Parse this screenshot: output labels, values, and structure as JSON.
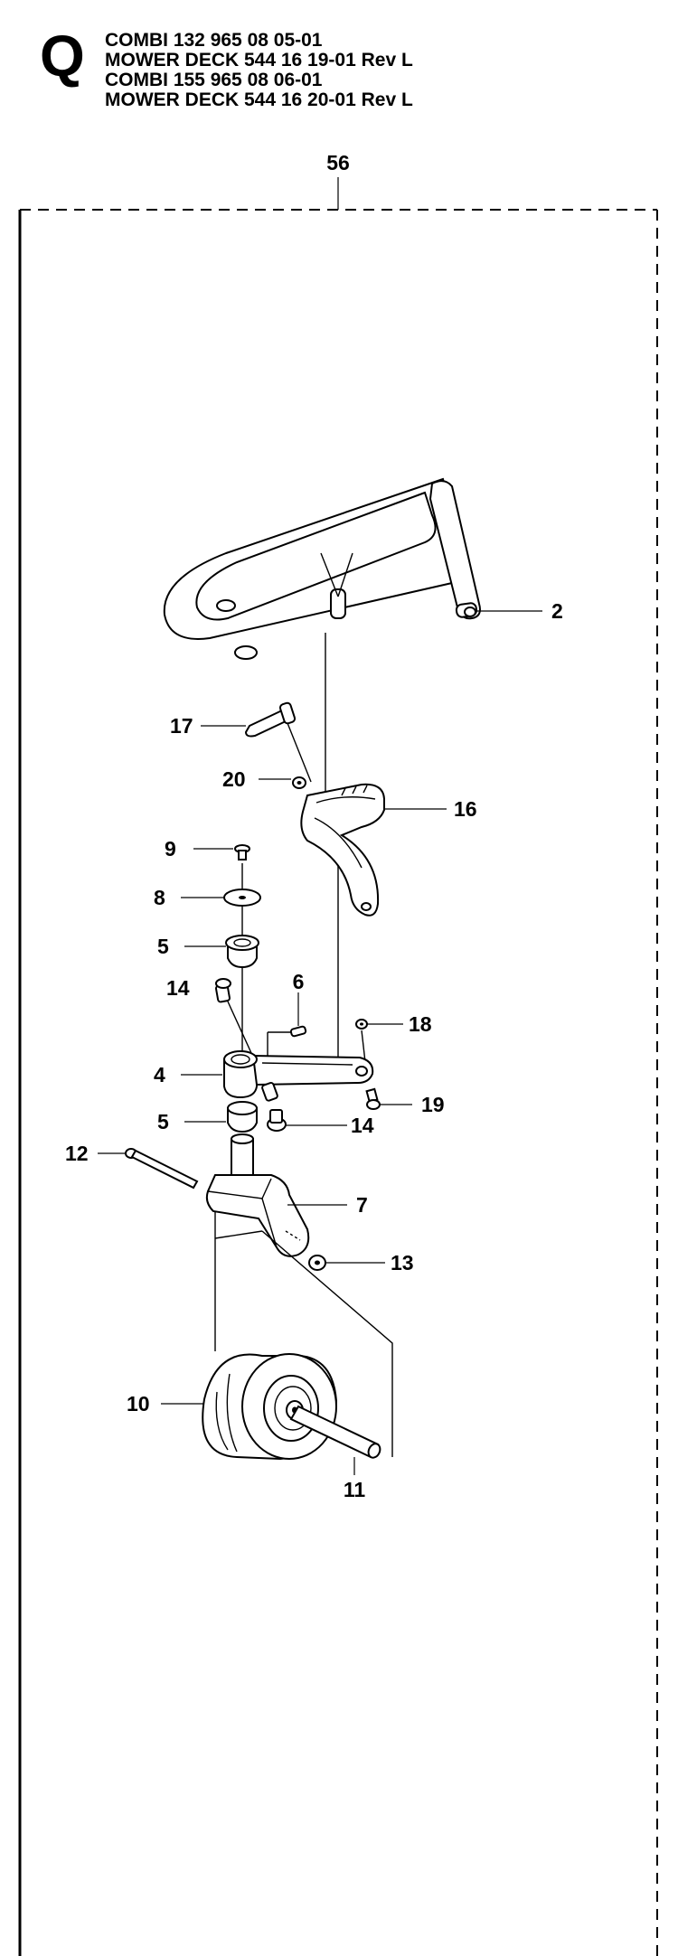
{
  "header": {
    "section_letter": "Q",
    "lines": [
      "COMBI 132  965 08 05-01",
      "MOWER DECK 544 16 19-01 Rev L",
      "COMBI 155  965 08 06-01",
      "MOWER DECK 544 16 20-01 Rev L"
    ]
  },
  "reference_number": "56",
  "callouts": {
    "c2": "2",
    "c17": "17",
    "c20": "20",
    "c16": "16",
    "c9": "9",
    "c8": "8",
    "c5a": "5",
    "c14a": "14",
    "c6": "6",
    "c18": "18",
    "c4": "4",
    "c19": "19",
    "c5b": "5",
    "c14b": "14",
    "c12": "12",
    "c7": "7",
    "c13": "13",
    "c10": "10",
    "c11": "11"
  }
}
